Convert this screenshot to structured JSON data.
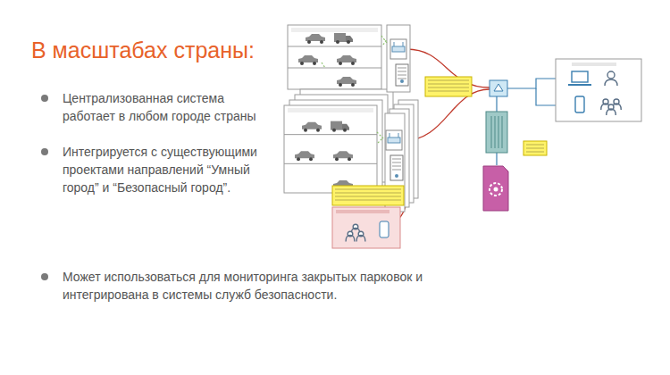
{
  "diagram": {
    "title": "В масштабах страны:",
    "labels": [
      "Централизованная система работает в любом городе страны",
      "Интегрируется с существующими проектами направлений “Умный город” и “Безопасный город”.",
      "Может использоваться для мониторинга закрытых парковок и интегрирована в системы служб безопасности."
    ]
  }
}
